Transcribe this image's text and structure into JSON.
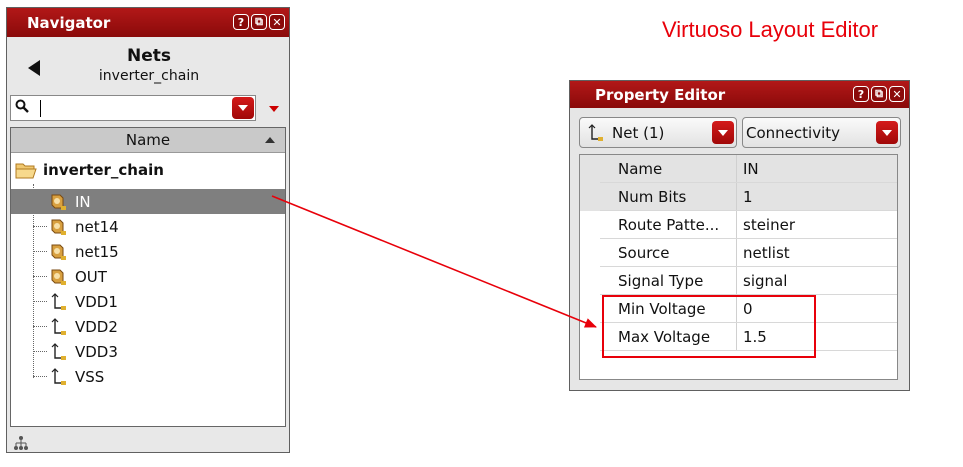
{
  "caption": "Virtuoso Layout Editor",
  "navigator": {
    "title": "Navigator",
    "buttons": [
      "?",
      "⧉",
      "✕"
    ],
    "heading": "Nets",
    "subheading": "inverter_chain",
    "search_value": "",
    "column_header": "Name",
    "root": "inverter_chain",
    "nets": [
      {
        "label": "IN",
        "kind": "signal",
        "selected": true
      },
      {
        "label": "net14",
        "kind": "signal",
        "selected": false
      },
      {
        "label": "net15",
        "kind": "signal",
        "selected": false
      },
      {
        "label": "OUT",
        "kind": "signal",
        "selected": false
      },
      {
        "label": "VDD1",
        "kind": "power",
        "selected": false
      },
      {
        "label": "VDD2",
        "kind": "power",
        "selected": false
      },
      {
        "label": "VDD3",
        "kind": "power",
        "selected": false
      },
      {
        "label": "VSS",
        "kind": "power",
        "selected": false
      }
    ]
  },
  "property_editor": {
    "title": "Property Editor",
    "buttons": [
      "?",
      "⧉",
      "✕"
    ],
    "object_combo": "Net (1)",
    "category_combo": "Connectivity",
    "properties": [
      {
        "name": "Name",
        "value": "IN"
      },
      {
        "name": "Num Bits",
        "value": "1"
      },
      {
        "name": "Route Patte...",
        "value": "steiner"
      },
      {
        "name": "Source",
        "value": "netlist"
      },
      {
        "name": "Signal Type",
        "value": "signal"
      },
      {
        "name": "Min Voltage",
        "value": "0"
      },
      {
        "name": "Max Voltage",
        "value": "1.5"
      }
    ]
  },
  "colors": {
    "accent": "#b21818",
    "annotation": "#e8000a",
    "selection": "#7f7f7f"
  }
}
